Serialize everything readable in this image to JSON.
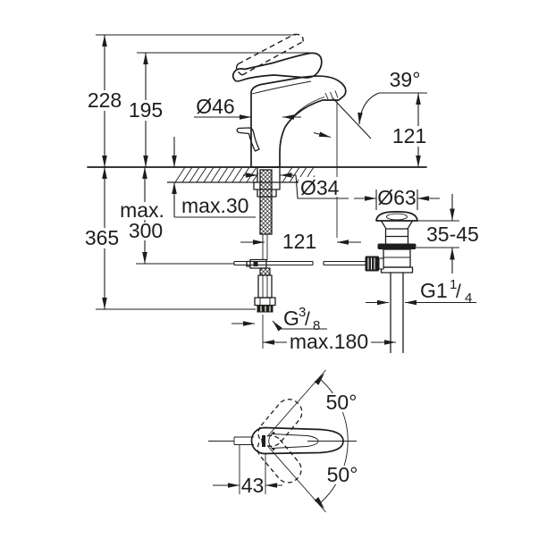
{
  "page": {
    "background": "#ffffff",
    "line_color": "#1d1d1b",
    "description": "Technical dimension drawing of a single-lever basin mixer faucet with pop-up waste set, side view and top view"
  },
  "side_view": {
    "overall_height": "228",
    "lever_height": "195",
    "below_counter_depth": "365",
    "max_hose_length_line1": "max.",
    "max_hose_length_line2": "300",
    "max_counter_thickness": "max.30",
    "body_diameter": "Ø46",
    "mounting_hole_diameter": "Ø34",
    "spout_outlet_height": "121",
    "stream_angle": "39°",
    "spout_reach": "121",
    "waste_flange_diameter": "Ø63",
    "waste_clamping_range": "35-45",
    "supply_thread": {
      "base": "G",
      "sup": "3",
      "slash": "/",
      "sub": "8"
    },
    "waste_thread": {
      "base": "G1",
      "sup": "1",
      "slash": "/",
      "sub": "4"
    },
    "max_supply_spread": "max.180"
  },
  "top_view": {
    "swivel_angle_up": "50°",
    "swivel_angle_down": "50°",
    "lever_offset": "43"
  }
}
